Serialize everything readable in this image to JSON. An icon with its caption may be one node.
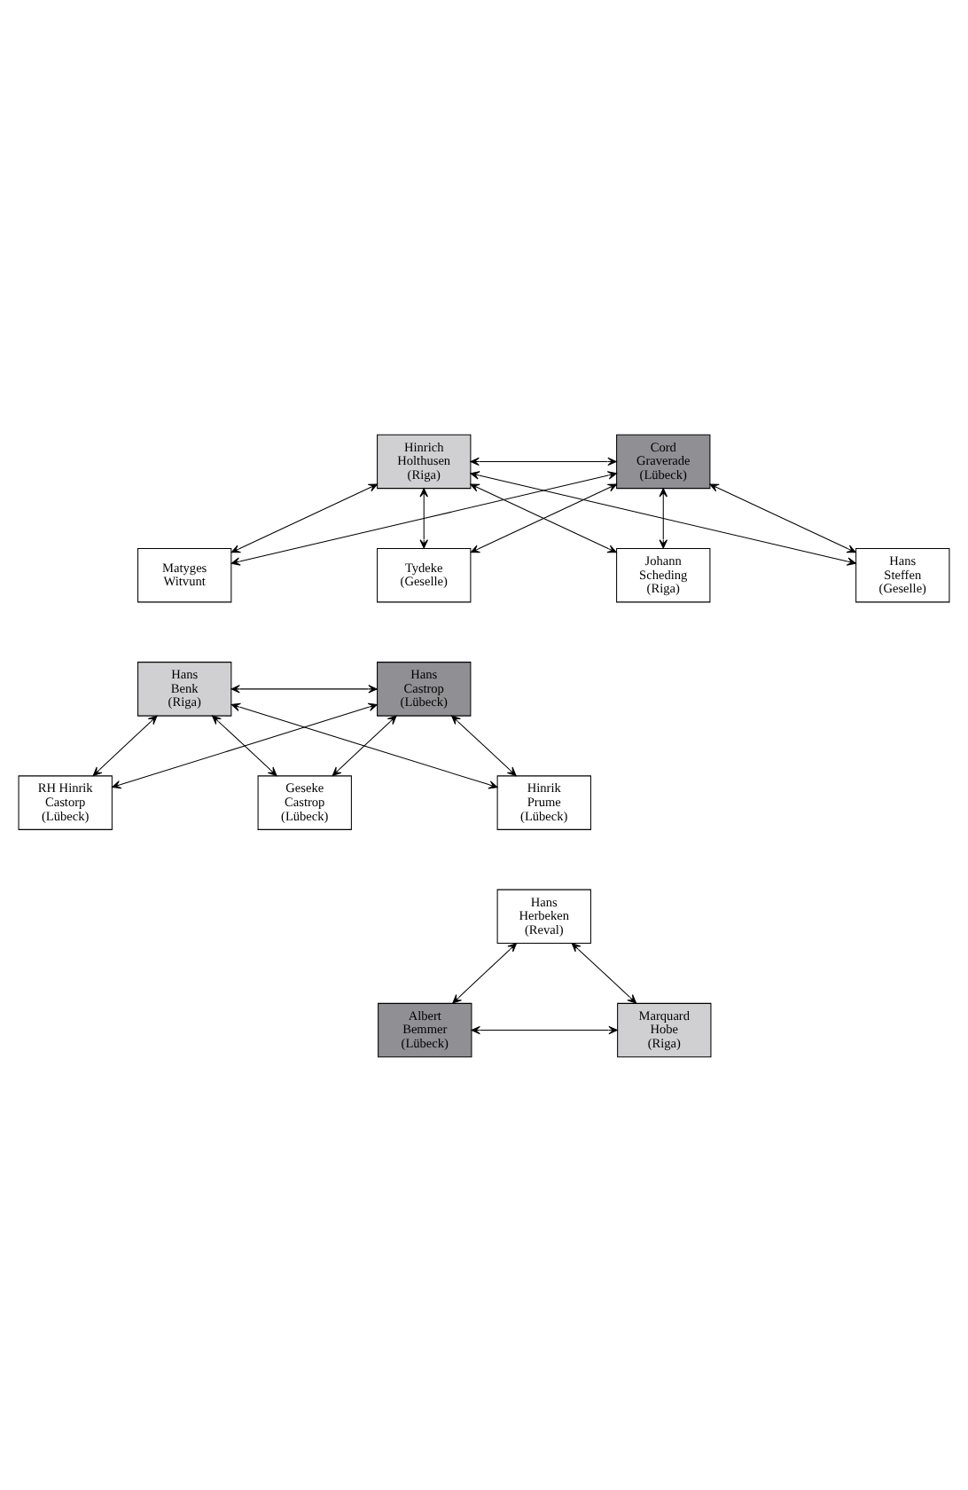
{
  "diagram": {
    "nodes": [
      {
        "text": [
          "Hinrich Holthusen (Riga)"
        ]
      },
      {
        "text": [
          "Cord Graverade (Lübeck)"
        ]
      },
      {
        "text": [
          "Johann Scheding (Riga)"
        ]
      },
      {
        "text": [
          "Hans Steffen (Geselle)"
        ]
      },
      {
        "text": [
          "Matyges Witvunt"
        ]
      },
      {
        "text": [
          "Tydeke (Geselle)"
        ]
      },
      {
        "text": [
          "Hans Benk (Riga)"
        ]
      },
      {
        "text": [
          "Hans Castrop (Lübeck)"
        ]
      },
      {
        "text": [
          "RH Hinrik Castorp (Lübeck)"
        ]
      },
      {
        "text": [
          "Geseke Castrop (Lübeck)"
        ]
      },
      {
        "text": [
          "Hinrik Prume (Lübeck)"
        ]
      },
      {
        "text": [
          "Hans Herbeken (Reval)"
        ]
      },
      {
        "text": [
          "Marquard Hobe (Riga)"
        ]
      },
      {
        "text": [
          "Albert Bemmer (Lübeck)"
        ]
      }
    ],
    "edges": [
      {
        "from": 0,
        "to": 1,
        "arrow": "both"
      },
      {
        "from": 0,
        "to": 2,
        "arrow": "both"
      },
      {
        "from": 1,
        "to": 3,
        "arrow": "both"
      },
      {
        "from": 0,
        "to": 3,
        "arrow": "both"
      },
      {
        "from": 1,
        "to": 2,
        "arrow": "both"
      },
      {
        "from": 0,
        "to": 4,
        "arrow": "both"
      },
      {
        "from": 0,
        "to": 5,
        "arrow": "both"
      },
      {
        "from": 1,
        "to": 4,
        "arrow": "both"
      },
      {
        "from": 1,
        "to": 5,
        "arrow": "both"
      },
      {
        "from": 6,
        "to": 7,
        "arrow": "both"
      },
      {
        "from": 6,
        "to": 8,
        "arrow": "both"
      },
      {
        "from": 7,
        "to": 9,
        "arrow": "both"
      },
      {
        "from": 6,
        "to": 9,
        "arrow": "both"
      },
      {
        "from": 7,
        "to": 8,
        "arrow": "both"
      },
      {
        "from": 6,
        "to": 10,
        "arrow": "both"
      },
      {
        "from": 7,
        "to": 10,
        "arrow": "both"
      },
      {
        "from": 12,
        "to": 11,
        "arrow": "both"
      },
      {
        "from": 11,
        "to": 13,
        "arrow": "both"
      },
      {
        "from": 12,
        "to": 13,
        "arrow": "both"
      }
    ]
  }
}
